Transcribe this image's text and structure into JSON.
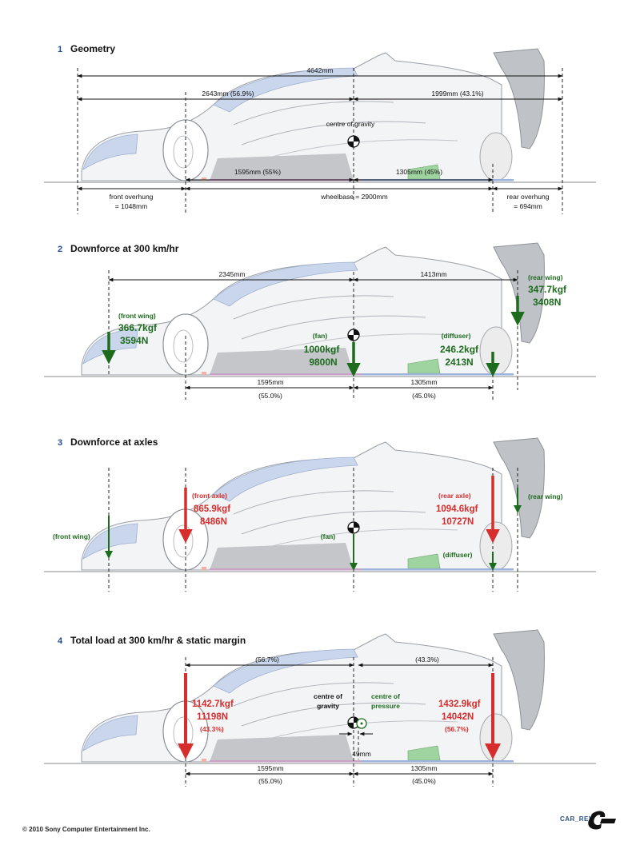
{
  "sections": [
    {
      "num": "1",
      "title": "Geometry",
      "overall_length": "4642mm",
      "front_split": "2643mm  (56.9%)",
      "rear_split": "1999mm  (43.1%)",
      "cog_label": "centre of gravity",
      "front_axle_dist": "1595mm  (55%)",
      "rear_axle_dist": "1305mm  (45%)",
      "front_overhang_1": "front overhung",
      "front_overhang_2": "= 1048mm",
      "wheelbase": "wheelbase = 2900mm",
      "rear_overhang_1": "rear overhung",
      "rear_overhang_2": "= 694mm"
    },
    {
      "num": "2",
      "title": "Downforce at 300 km/hr",
      "front_dist": "2345mm",
      "rear_dist": "1413mm",
      "front_wing_label": "(front wing)",
      "front_wing_kgf": "366.7kgf",
      "front_wing_n": "3594N",
      "fan_label": "(fan)",
      "fan_kgf": "1000kgf",
      "fan_n": "9800N",
      "diffuser_label": "(diffuser)",
      "diffuser_kgf": "246.2kgf",
      "diffuser_n": "2413N",
      "rear_wing_label": "(rear wing)",
      "rear_wing_kgf": "347.7kgf",
      "rear_wing_n": "3408N",
      "front_axle_dist": "1595mm",
      "front_axle_pct": "(55.0%)",
      "rear_axle_dist": "1305mm",
      "rear_axle_pct": "(45.0%)"
    },
    {
      "num": "3",
      "title": "Downforce at axles",
      "front_axle_label": "(front axle)",
      "front_axle_kgf": "865.9kgf",
      "front_axle_n": "8486N",
      "rear_axle_label": "(rear axle)",
      "rear_axle_kgf": "1094.6kgf",
      "rear_axle_n": "10727N",
      "front_wing_label": "(front wing)",
      "fan_label": "(fan)",
      "diffuser_label": "(diffuser)",
      "rear_wing_label": "(rear wing)"
    },
    {
      "num": "4",
      "title": "Total load at 300 km/hr & static margin",
      "front_pct": "(56.7%)",
      "rear_pct": "(43.3%)",
      "cog_1": "centre of",
      "cog_2": "gravity",
      "cop_1": "centre of",
      "cop_2": "pressure",
      "margin": "49mm",
      "front_kgf": "1142.7kgf",
      "front_n": "11198N",
      "front_load_pct": "(43.3%)",
      "rear_kgf": "1432.9kgf",
      "rear_n": "14042N",
      "rear_load_pct": "(56.7%)",
      "front_axle_dist": "1595mm",
      "front_axle_pct": "(55.0%)",
      "rear_axle_dist": "1305mm",
      "rear_axle_pct": "(45.0%)"
    }
  ],
  "footer": {
    "copyright": "© 2010 Sony Computer Entertainment Inc.",
    "logo_text": "CAR_REV"
  },
  "colors": {
    "green": "#1d6b1d",
    "red": "#d62d2d",
    "blue_accent": "#1f4f9c"
  }
}
